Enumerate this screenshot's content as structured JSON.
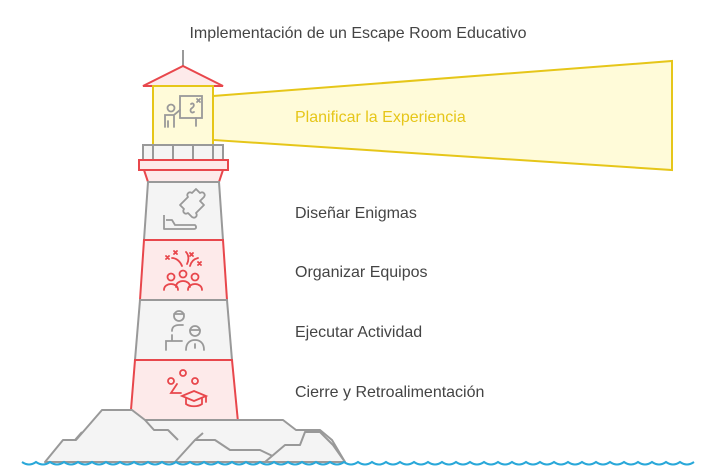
{
  "title": "Implementación de un Escape Room Educativo",
  "beam_label": "Planificar la Experiencia",
  "stages": [
    {
      "label": "Diseñar Enigmas",
      "icon": "puzzle-icon"
    },
    {
      "label": "Organizar Equipos",
      "icon": "team-celebration-icon"
    },
    {
      "label": "Ejecutar Actividad",
      "icon": "teacher-student-icon"
    },
    {
      "label": "Cierre y Retroalimentación",
      "icon": "graduation-cap-icon"
    }
  ],
  "colors": {
    "red": "#e8474c",
    "red_fill": "#fdeaea",
    "gray": "#999999",
    "gray_fill": "#f4f4f4",
    "yellow": "#e6c619",
    "yellow_fill": "#fffbd9",
    "water": "#29a8d9",
    "text": "#444444"
  }
}
